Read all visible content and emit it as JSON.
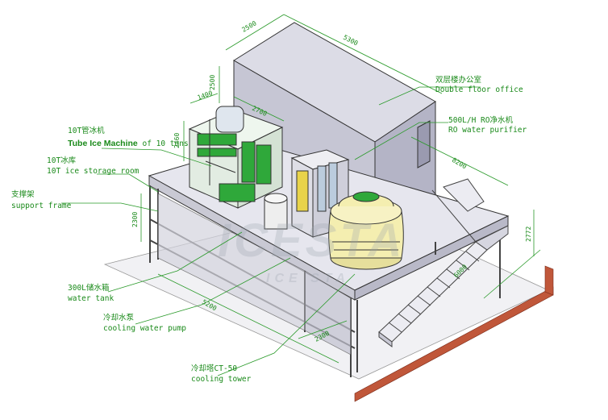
{
  "labels": {
    "tube_ice_cn": "10T管冰机",
    "tube_ice_en_bold": "Tube Ice Machine",
    "tube_ice_en_rest": " of 10 tons",
    "storage_cn": "10T冰库",
    "storage_en": "10T ice storage room",
    "support_cn": "支撑架",
    "support_en": "support frame",
    "tank_cn": "300L储水箱",
    "tank_en": "water tank",
    "pump_cn": "冷却水泵",
    "pump_en": "cooling water pump",
    "tower_cn": "冷却塔CT-50",
    "tower_en": "cooling tower",
    "office_cn": "双层楼办公室",
    "office_en": "Double floor office",
    "ro_cn": "500L/H RO净水机",
    "ro_en": "RO water purifier"
  },
  "dimensions": {
    "d2500": "2500",
    "d5300": "5300",
    "d2500v": "2500",
    "d1400": "1400",
    "d2700": "2700",
    "d2460": "2460",
    "d8200": "8200",
    "d2300": "2300",
    "d5200": "5200",
    "d2300b": "2300",
    "d6000": "6000",
    "d2772": "2772"
  },
  "watermark": {
    "logo": "ICESTA",
    "sub": "ICE STA"
  },
  "colors": {
    "label_green": "#1a8a1a",
    "line": "#3a3a3a",
    "wall": "#c9c9d6",
    "platform": "#e3e3ea",
    "brick": "#c0573a",
    "tank_yellow": "#f4eeb0",
    "tube_green": "#2fa83a"
  }
}
